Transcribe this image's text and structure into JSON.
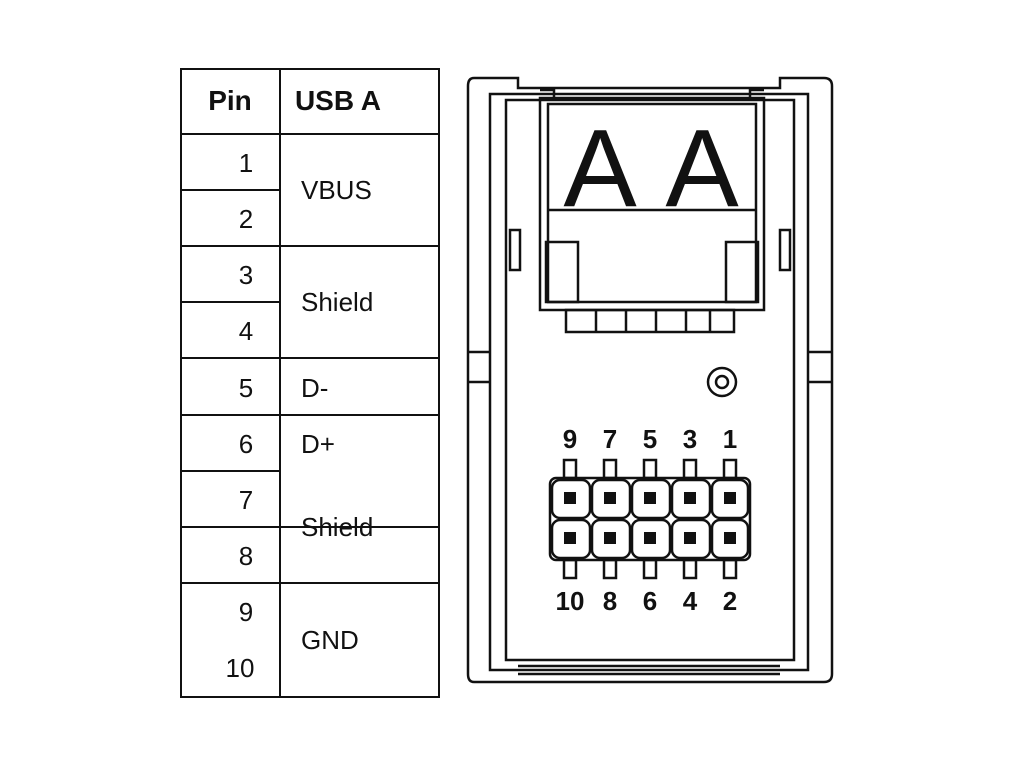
{
  "table": {
    "header_pin": "Pin",
    "header_signal": "USB A",
    "pins": [
      "1",
      "2",
      "3",
      "4",
      "5",
      "6",
      "7",
      "8",
      "9",
      "10"
    ],
    "signals": [
      {
        "label": "VBUS",
        "pins": [
          1,
          2
        ]
      },
      {
        "label": "Shield",
        "pins": [
          3,
          4
        ]
      },
      {
        "label": "D-",
        "pins": [
          5
        ]
      },
      {
        "label": "D+",
        "pins": [
          6
        ]
      },
      {
        "label": "Shield",
        "pins": [
          7,
          8
        ]
      },
      {
        "label": "GND",
        "pins": [
          9,
          10
        ]
      }
    ]
  },
  "connector": {
    "port_letters": [
      "A",
      "A"
    ],
    "header_top_labels": [
      "9",
      "7",
      "5",
      "3",
      "1"
    ],
    "header_bottom_labels": [
      "10",
      "8",
      "6",
      "4",
      "2"
    ]
  }
}
